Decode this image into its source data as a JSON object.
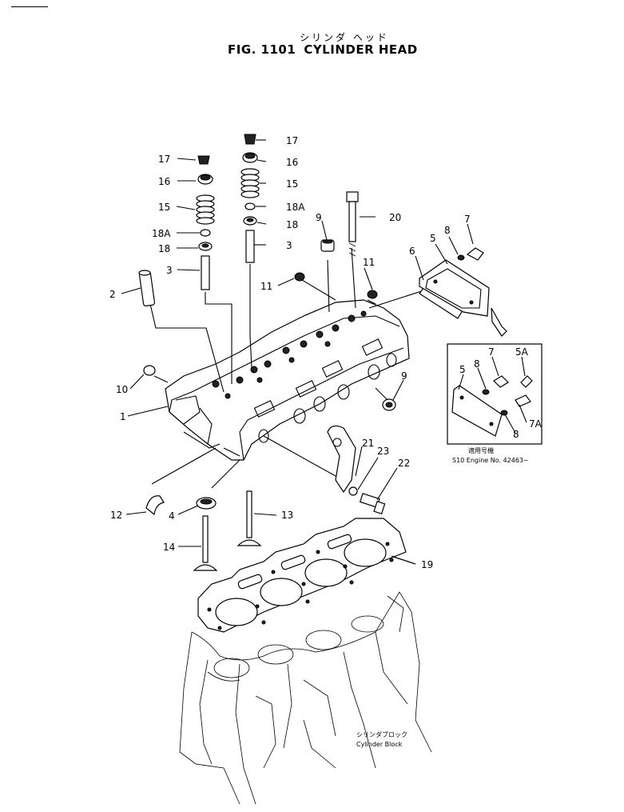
{
  "title": {
    "japanese": "シリンダ ヘッド",
    "fig_label": "FIG. 1101",
    "name": "CYLINDER HEAD"
  },
  "inset": {
    "note_jp": "適用号機",
    "serial_note": "S10 Engine No. 42463~"
  },
  "cylinder_block": {
    "label_jp": "シリンダブロック",
    "label_en": "Cylinder Block"
  },
  "callouts": [
    "1",
    "2",
    "3",
    "4",
    "5",
    "5A",
    "6",
    "7",
    "7A",
    "8",
    "9",
    "10",
    "11",
    "12",
    "13",
    "14",
    "15",
    "16",
    "17",
    "18",
    "18A",
    "19",
    "20",
    "21",
    "22",
    "23"
  ],
  "callout_labels": {
    "l17a": "17",
    "l16a": "16",
    "l15a": "15",
    "l18Aa": "18A",
    "l18a": "18",
    "l3a": "3",
    "l17b": "17",
    "l16b": "16",
    "l15b": "15",
    "l18Ab": "18A",
    "l18b": "18",
    "l3b": "3",
    "l2": "2",
    "l9a": "9",
    "l20": "20",
    "l11a": "11",
    "l11b": "11",
    "l8a": "8",
    "l7a": "7",
    "l5a": "5",
    "l6": "6",
    "l10": "10",
    "l1": "1",
    "l9b": "9",
    "l21": "21",
    "l23": "23",
    "l22": "22",
    "l12": "12",
    "l4": "4",
    "l13": "13",
    "l14": "14",
    "l19": "19",
    "l7b": "7",
    "l5Ab": "5A",
    "l8b": "8",
    "l5b": "5",
    "l7Ab": "7A",
    "l8c": "8"
  }
}
